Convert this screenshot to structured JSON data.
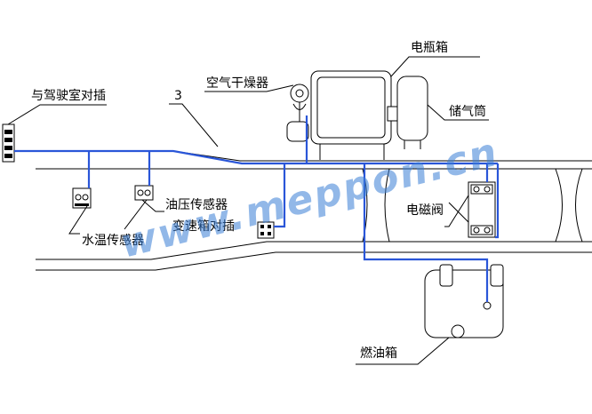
{
  "labels": {
    "cab_connector": "与驾驶室对插",
    "wire_number": "3",
    "air_dryer": "空气干燥器",
    "battery_box": "电瓶箱",
    "air_tank": "储气筒",
    "oil_pressure_sensor": "油压传感器",
    "transmission_connector": "变速箱对插",
    "water_temp_sensor": "水温传感器",
    "solenoid_valve": "电磁阀",
    "fuel_tank": "燃油箱"
  },
  "watermark": "www.meppon.cn",
  "colors": {
    "wire": "#2a56d8",
    "line": "#000000",
    "watermark": "#3a7fd6"
  }
}
